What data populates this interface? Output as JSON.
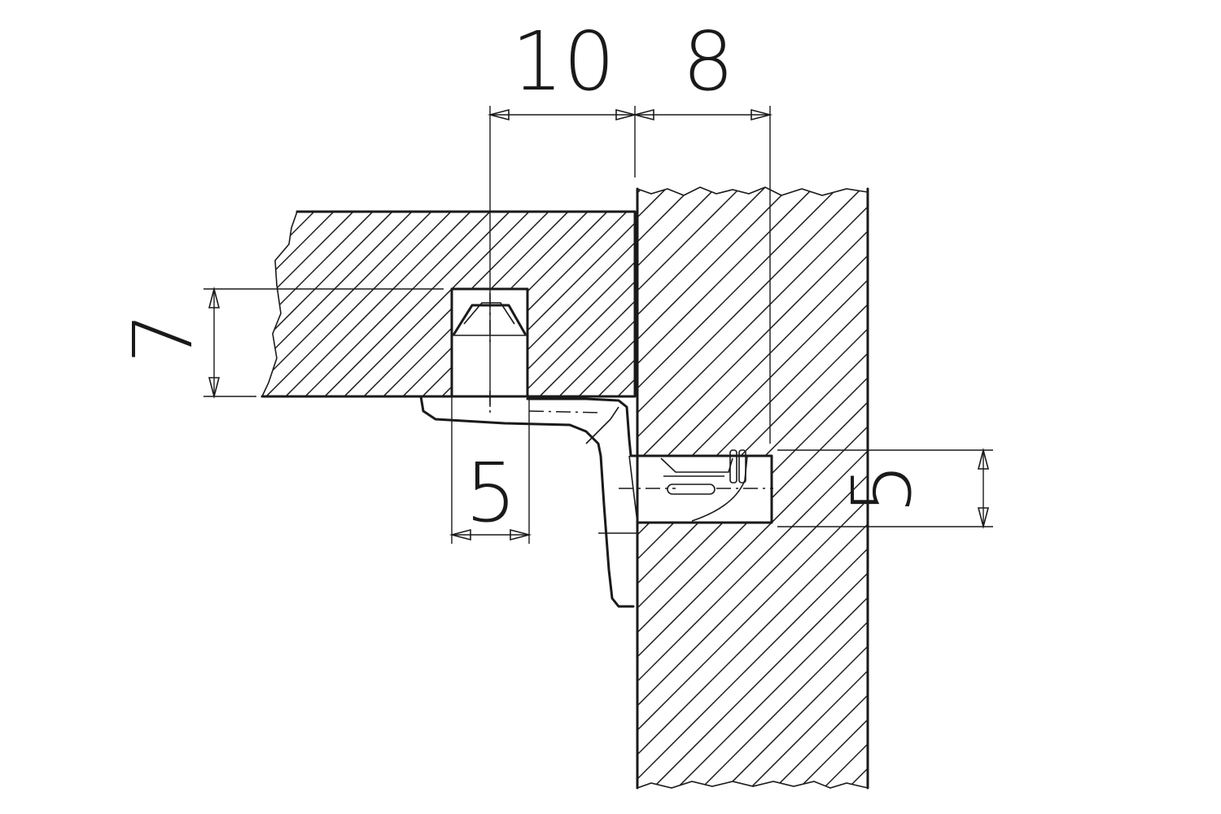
{
  "dimensions": {
    "top_left": "10",
    "top_right": "8",
    "left_height": "7",
    "bottom_width": "5",
    "right_height": "5"
  }
}
